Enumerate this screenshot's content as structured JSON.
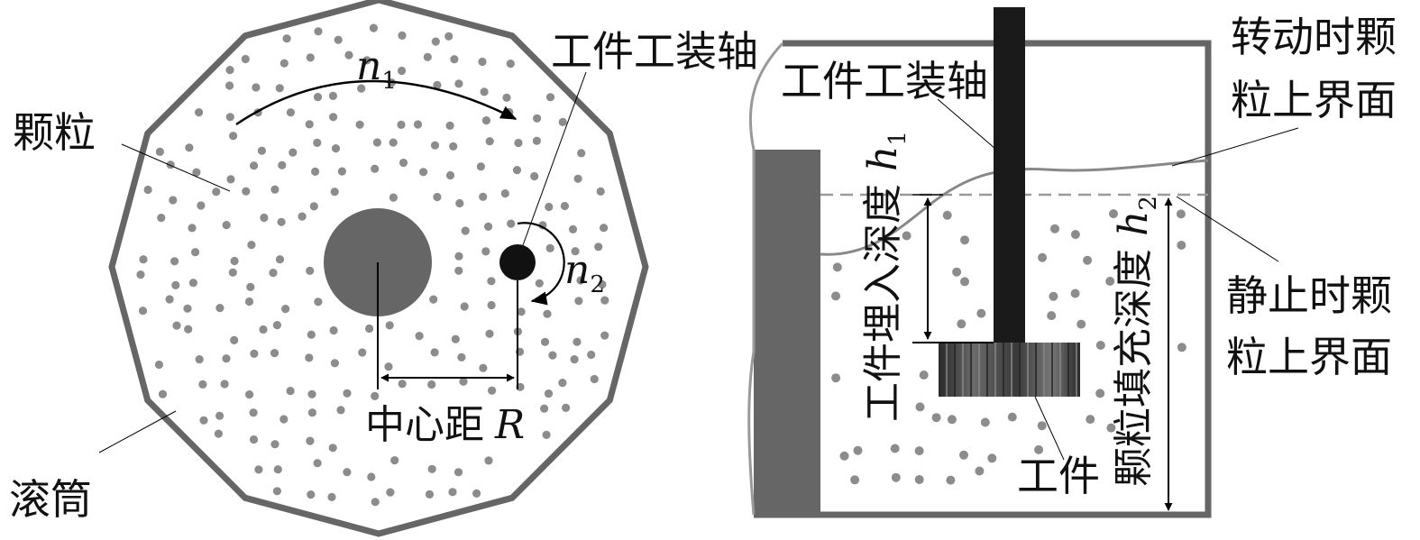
{
  "left": {
    "particles_label": "颗粒",
    "drum_label": "滚筒",
    "shaft_label": "工件工装轴",
    "center_distance_label": "中心距",
    "center_distance_symbol": "R",
    "rotation_n1": {
      "symbol": "n",
      "subscript": "1"
    },
    "rotation_n2": {
      "symbol": "n",
      "subscript": "2"
    }
  },
  "right": {
    "shaft_label": "工件工装轴",
    "rotating_surface_label_line1": "转动时颗",
    "rotating_surface_label_line2": "粒上界面",
    "static_surface_label_line1": "静止时颗",
    "static_surface_label_line2": "粒上界面",
    "immersion_depth_label": "工件埋入深度",
    "immersion_depth_symbol": {
      "symbol": "h",
      "subscript": "1"
    },
    "fill_depth_label": "颗粒填充深度",
    "fill_depth_symbol": {
      "symbol": "h",
      "subscript": "2"
    },
    "workpiece_label": "工件"
  },
  "colors": {
    "drum_wall": "#666666",
    "hub": "#666666",
    "particle": "#8c8c8c",
    "shaft": "#1a1a1a",
    "line": "#000000"
  }
}
